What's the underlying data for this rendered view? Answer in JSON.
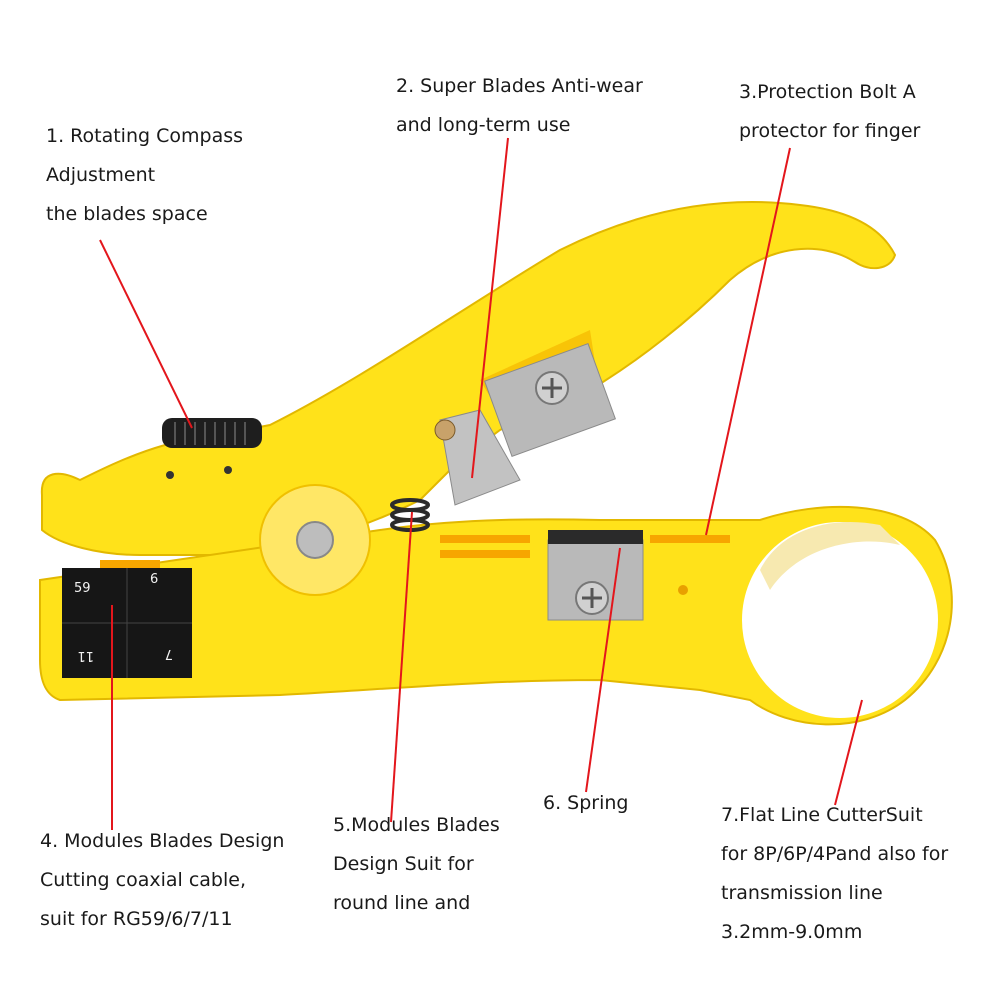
{
  "callouts": [
    {
      "id": "c1",
      "lines": [
        "1. Rotating Compass",
        "Adjustment",
        "the blades space"
      ]
    },
    {
      "id": "c2",
      "lines": [
        "2. Super Blades Anti-wear",
        "and long-term use"
      ]
    },
    {
      "id": "c3",
      "lines": [
        "3.Protection Bolt A",
        "protector for finger"
      ]
    },
    {
      "id": "c4",
      "lines": [
        "4. Modules Blades Design",
        "Cutting coaxial cable,",
        "suit for RG59/6/7/11"
      ]
    },
    {
      "id": "c5",
      "lines": [
        "5.Modules Blades",
        "Design Suit for",
        "round line and"
      ]
    },
    {
      "id": "c6",
      "lines": [
        "6. Spring"
      ]
    },
    {
      "id": "c7",
      "lines": [
        "7.Flat Line CutterSuit",
        "for 8P/6P/4Pand also for",
        "transmission line",
        "3.2mm-9.0mm"
      ]
    }
  ],
  "module_numbers": [
    "59",
    "6",
    "11",
    "7"
  ],
  "colors": {
    "tool_yellow": "#ffe21a",
    "tool_shadow": "#f5b800",
    "leader_red": "#e3161c",
    "blade_steel": "#b9b9b9",
    "module_black": "#161616"
  }
}
